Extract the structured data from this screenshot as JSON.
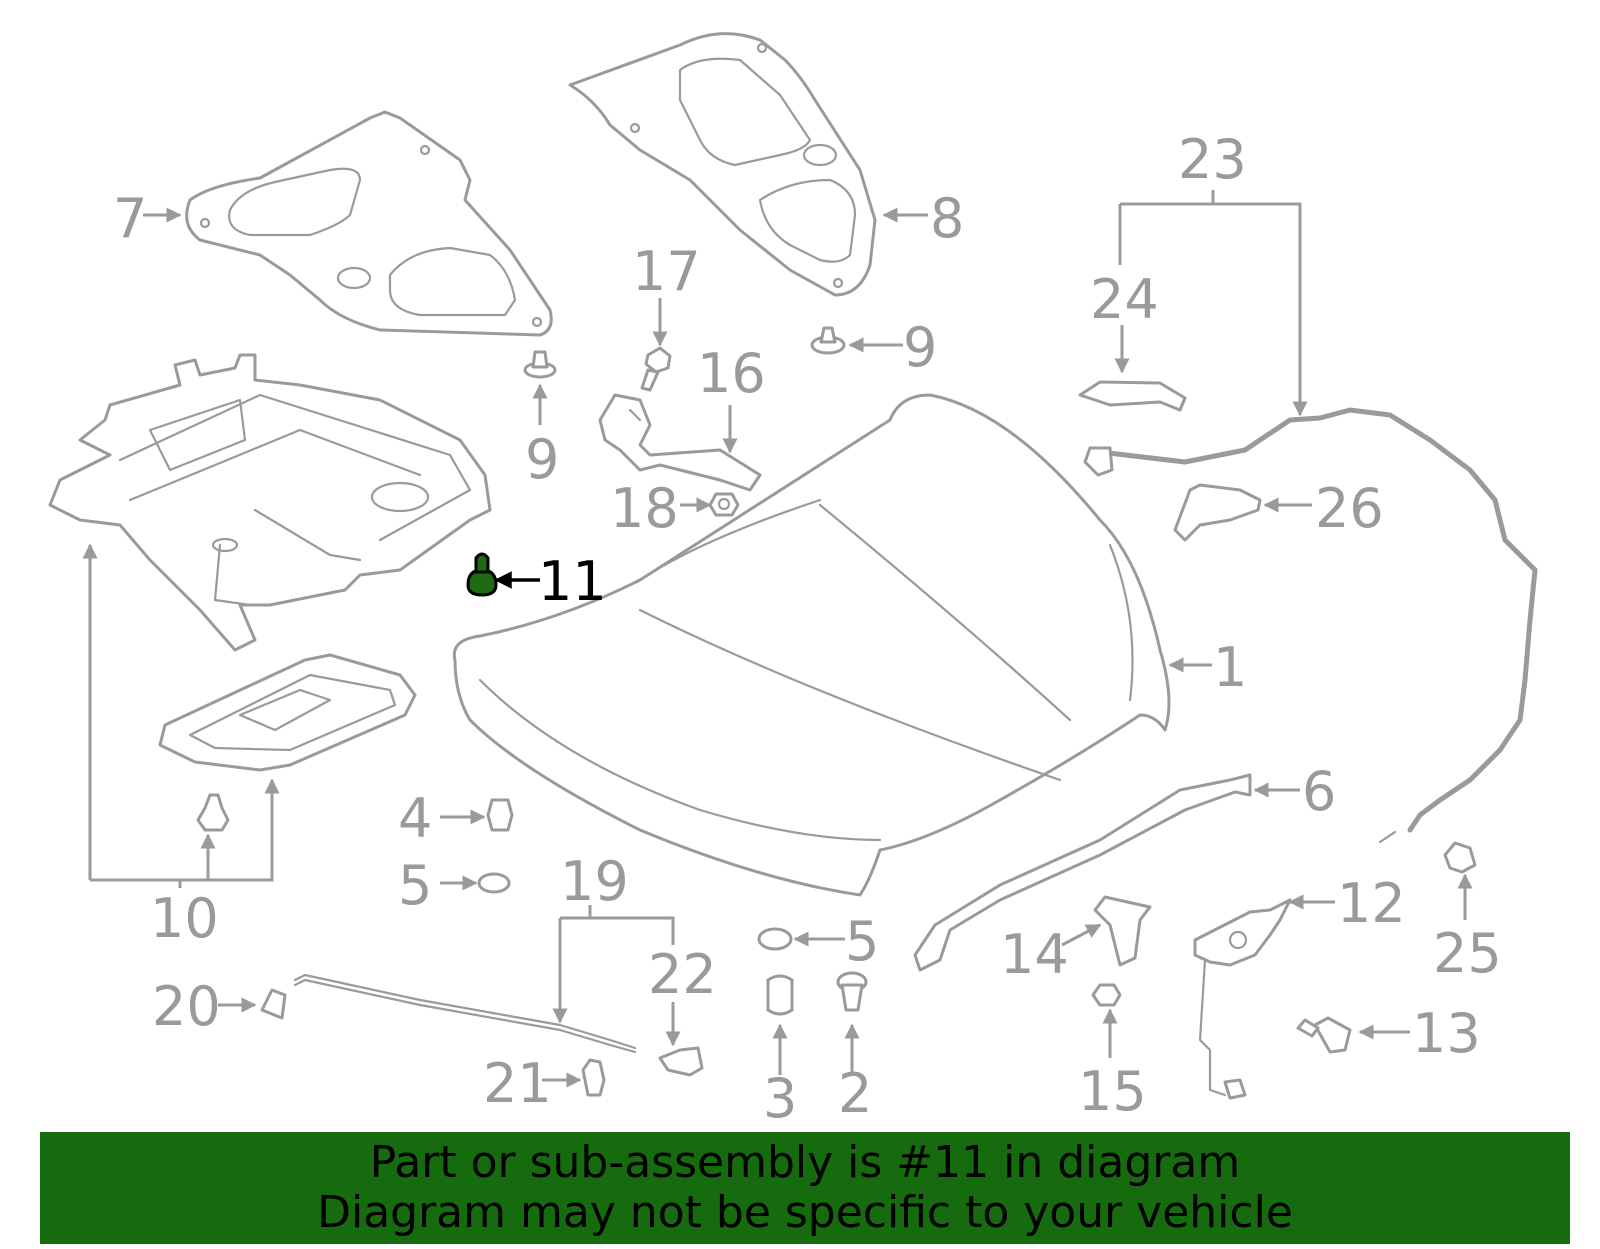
{
  "callouts": {
    "c1": "1",
    "c2": "2",
    "c3": "3",
    "c4": "4",
    "c5a": "5",
    "c5b": "5",
    "c6": "6",
    "c7": "7",
    "c8": "8",
    "c9a": "9",
    "c9b": "9",
    "c10": "10",
    "c11": "11",
    "c12": "12",
    "c13": "13",
    "c14": "14",
    "c15": "15",
    "c16": "16",
    "c17": "17",
    "c18": "18",
    "c19": "19",
    "c20": "20",
    "c21": "21",
    "c22": "22",
    "c23": "23",
    "c24": "24",
    "c25": "25",
    "c26": "26"
  },
  "highlight": {
    "part_number": "11",
    "color": "#1f6b14"
  },
  "banner": {
    "line1": "Part or sub-assembly is #11 in diagram",
    "line2": "Diagram may not be specific to your vehicle",
    "color": "#166b0e"
  }
}
